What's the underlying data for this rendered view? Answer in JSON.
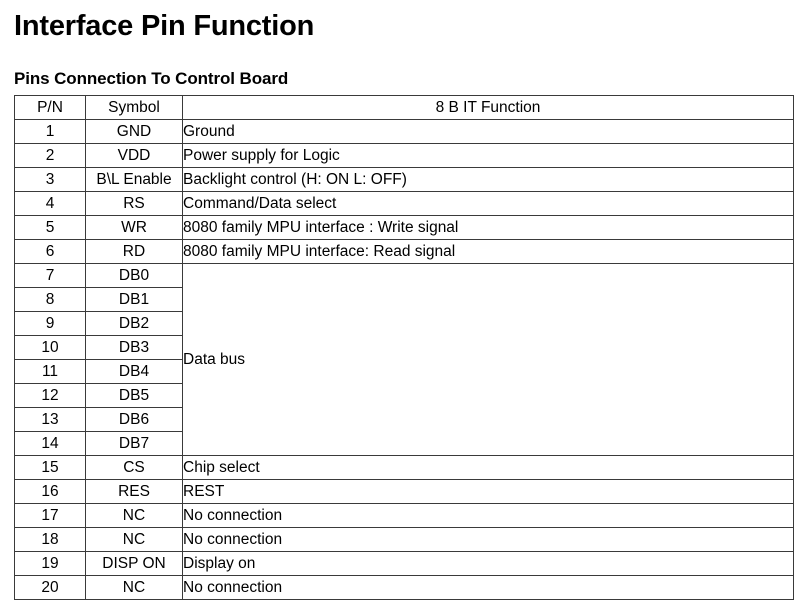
{
  "document": {
    "title": "Interface Pin Function",
    "section_title": "Pins Connection To Control Board"
  },
  "table": {
    "headers": {
      "pn": "P/N",
      "symbol": "Symbol",
      "function": "8 B IT Function"
    },
    "merged_function_label": "Data bus",
    "rows": [
      {
        "pn": "1",
        "symbol": "GND",
        "function": "Ground"
      },
      {
        "pn": "2",
        "symbol": "VDD",
        "function": "Power supply for Logic"
      },
      {
        "pn": "3",
        "symbol": "B\\L Enable",
        "function": "Backlight control    (H: ON    L: OFF)"
      },
      {
        "pn": "4",
        "symbol": "RS",
        "function": "Command/Data select"
      },
      {
        "pn": "5",
        "symbol": "WR",
        "function": "8080 family MPU interface : Write signal"
      },
      {
        "pn": "6",
        "symbol": "RD",
        "function": "8080 family MPU interface: Read signal"
      },
      {
        "pn": "7",
        "symbol": "DB0",
        "function": "Data bus"
      },
      {
        "pn": "8",
        "symbol": "DB1",
        "function": ""
      },
      {
        "pn": "9",
        "symbol": "DB2",
        "function": ""
      },
      {
        "pn": "10",
        "symbol": "DB3",
        "function": ""
      },
      {
        "pn": "11",
        "symbol": "DB4",
        "function": ""
      },
      {
        "pn": "12",
        "symbol": "DB5",
        "function": ""
      },
      {
        "pn": "13",
        "symbol": "DB6",
        "function": ""
      },
      {
        "pn": "14",
        "symbol": "DB7",
        "function": ""
      },
      {
        "pn": "15",
        "symbol": "CS",
        "function": "Chip select"
      },
      {
        "pn": "16",
        "symbol": "RES",
        "function": "REST"
      },
      {
        "pn": "17",
        "symbol": "NC",
        "function": "No connection"
      },
      {
        "pn": "18",
        "symbol": "NC",
        "function": "No connection"
      },
      {
        "pn": "19",
        "symbol": "DISP ON",
        "function": "Display on"
      },
      {
        "pn": "20",
        "symbol": "NC",
        "function": "No connection"
      }
    ]
  },
  "colors": {
    "background": "#ffffff",
    "text": "#000000",
    "border": "#3a3a3a"
  }
}
